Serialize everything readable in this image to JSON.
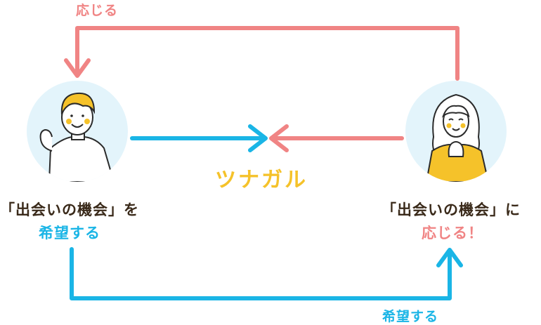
{
  "labels": {
    "top_arrow": "応じる",
    "bottom_arrow": "希望する",
    "center": "ツナガル",
    "left_line1": "「出会いの機会」を",
    "left_line2": "希望する",
    "right_line1": "「出会いの機会」に",
    "right_line2": "応じる！"
  },
  "colors": {
    "salmon": "#f08484",
    "cyan": "#1ab5e6",
    "yellow": "#f5c22a",
    "avatar_bg": "#e3f4fb"
  }
}
